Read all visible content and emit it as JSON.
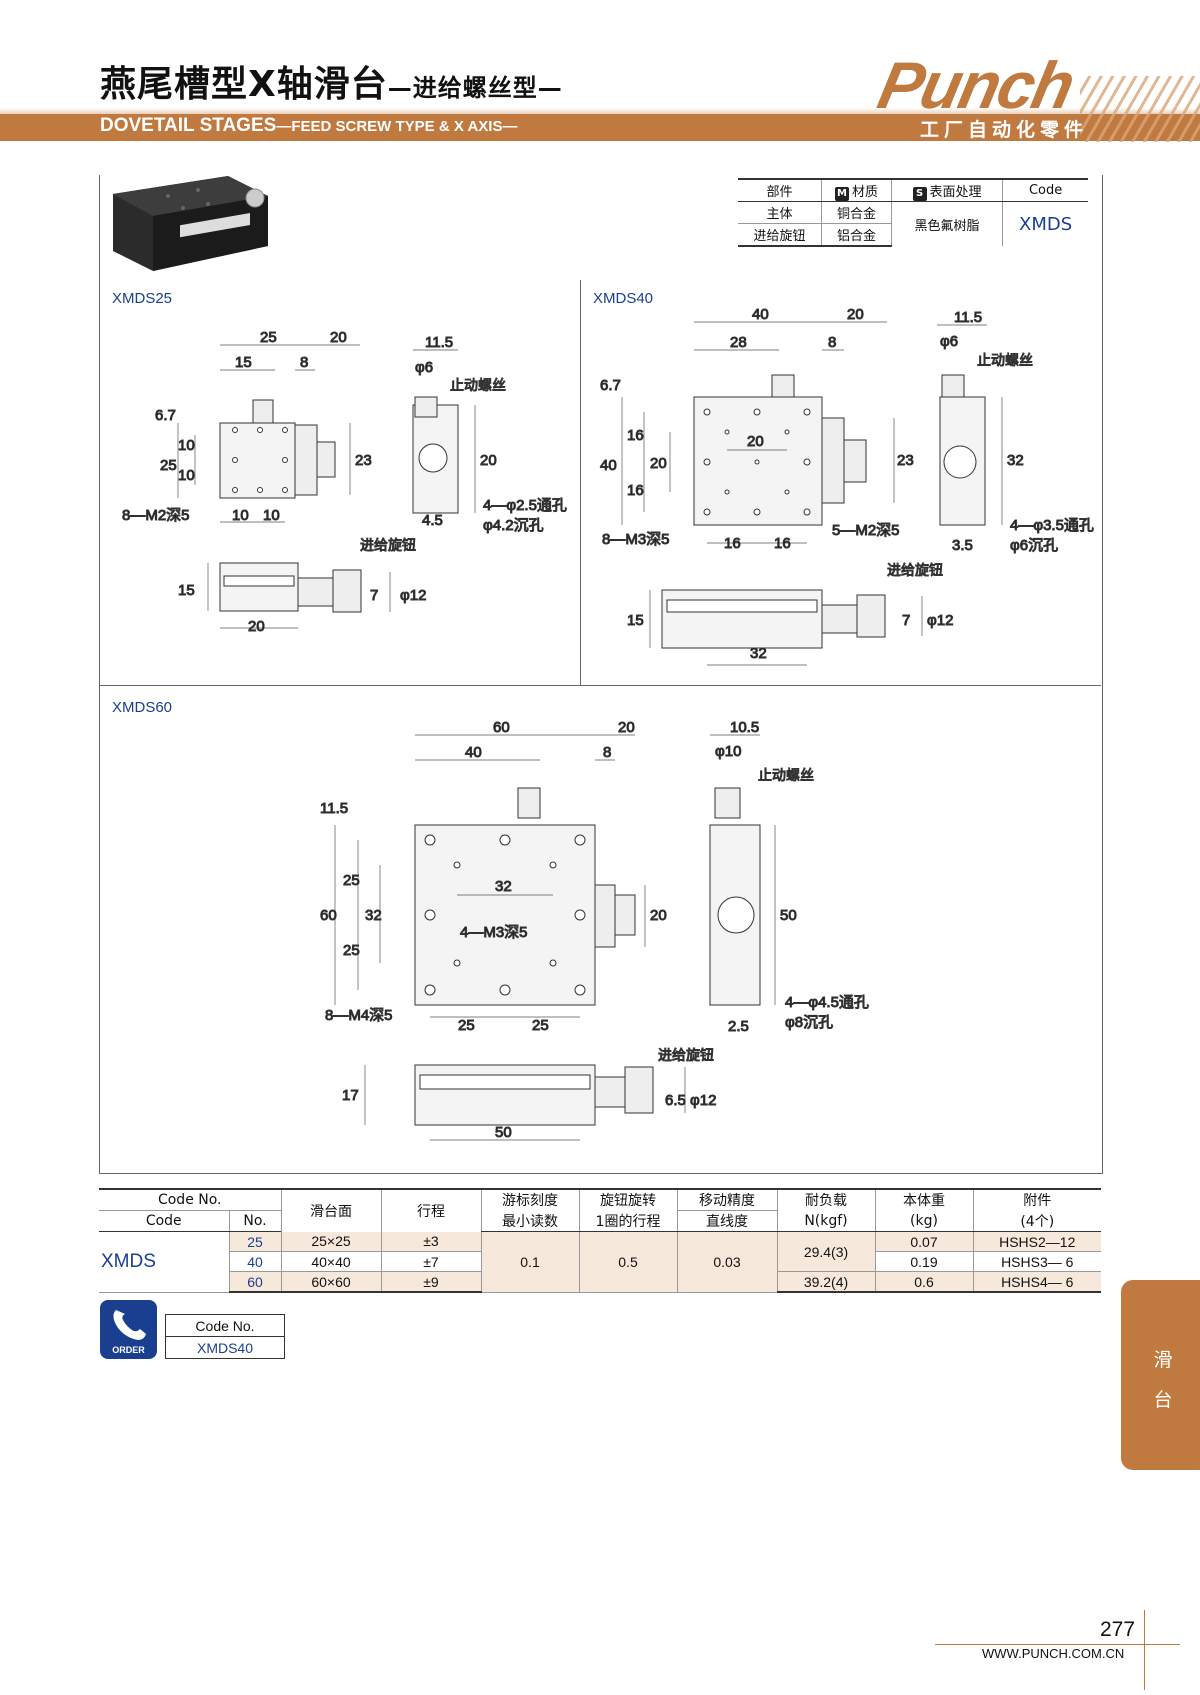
{
  "header": {
    "title_cn": "燕尾槽型X轴滑台",
    "title_cn_sub": "—进给螺丝型—",
    "title_en": "DOVETAIL STAGES",
    "title_en_sub": "—FEED SCREW TYPE & X AXIS—",
    "brand": "Punch",
    "brand_sub": "工厂自动化零件"
  },
  "spec_table": {
    "headers": [
      "部件",
      "材质",
      "表面处理",
      "Code"
    ],
    "header_tags": [
      "M",
      "S"
    ],
    "rows": [
      {
        "part": "主体",
        "material": "铜合金"
      },
      {
        "part": "进给旋钮",
        "material": "铝合金"
      }
    ],
    "surface": "黑色氟树脂",
    "code": "XMDS"
  },
  "drawings": {
    "xmds25": {
      "label": "XMDS25",
      "dims": [
        "25",
        "20",
        "15",
        "8",
        "11.5",
        "φ6",
        "6.7",
        "10",
        "25",
        "10",
        "23",
        "20",
        "10",
        "10",
        "4.5",
        "15",
        "7",
        "φ12",
        "20"
      ],
      "notes": [
        "止动螺丝",
        "8—M2深5",
        "4—φ2.5通孔",
        "φ4.2沉孔",
        "进给旋钮"
      ]
    },
    "xmds40": {
      "label": "XMDS40",
      "dims": [
        "40",
        "20",
        "28",
        "8",
        "11.5",
        "φ6",
        "6.7",
        "16",
        "40",
        "20",
        "16",
        "20",
        "23",
        "32",
        "16",
        "16",
        "3.5",
        "15",
        "7",
        "φ12",
        "32"
      ],
      "notes": [
        "止动螺丝",
        "8—M3深5",
        "5—M2深5",
        "4—φ3.5通孔",
        "φ6沉孔",
        "进给旋钮"
      ]
    },
    "xmds60": {
      "label": "XMDS60",
      "dims": [
        "60",
        "20",
        "40",
        "8",
        "10.5",
        "φ10",
        "11.5",
        "25",
        "60",
        "32",
        "25",
        "32",
        "20",
        "50",
        "25",
        "25",
        "2.5",
        "17",
        "6.5",
        "φ12",
        "50"
      ],
      "notes": [
        "止动螺丝",
        "4—M3深5",
        "8—M4深5",
        "4—φ4.5通孔",
        "φ8沉孔",
        "进给旋钮"
      ]
    },
    "scale_ticks": [
      "10",
      "10",
      "10",
      "10",
      "10",
      "20",
      "20",
      "10"
    ]
  },
  "main_table": {
    "group_header": "Code No.",
    "headers": {
      "code": "Code",
      "no": "No.",
      "surface": "滑台面",
      "stroke": "行程",
      "vernier": [
        "游标刻度",
        "最小读数"
      ],
      "knob": [
        "旋钮旋转",
        "1圈的行程"
      ],
      "accuracy": [
        "移动精度",
        "直线度"
      ],
      "load": [
        "耐负载",
        "N(kgf)"
      ],
      "weight": [
        "本体重",
        "(kg)"
      ],
      "accessory": [
        "附件",
        "(4个)"
      ]
    },
    "code": "XMDS",
    "rows": [
      {
        "no": "25",
        "surface": "25×25",
        "stroke": "±3",
        "weight": "0.07",
        "accessory": "HSHS2—12"
      },
      {
        "no": "40",
        "surface": "40×40",
        "stroke": "±7",
        "weight": "0.19",
        "accessory": "HSHS3— 6"
      },
      {
        "no": "60",
        "surface": "60×60",
        "stroke": "±9",
        "weight": "0.6",
        "accessory": "HSHS4— 6"
      }
    ],
    "vernier": "0.1",
    "knob": "0.5",
    "accuracy": "0.03",
    "load_a": "29.4(3)",
    "load_b": "39.2(4)"
  },
  "order": {
    "icon_label": "ORDER",
    "header": "Code No.",
    "value": "XMDS40"
  },
  "side_tab": [
    "滑",
    "台"
  ],
  "footer": {
    "page": "277",
    "url": "WWW.PUNCH.COM.CN"
  },
  "colors": {
    "accent": "#c0793e",
    "blue": "#1a3f8f",
    "shade": "#f7e8dc"
  }
}
